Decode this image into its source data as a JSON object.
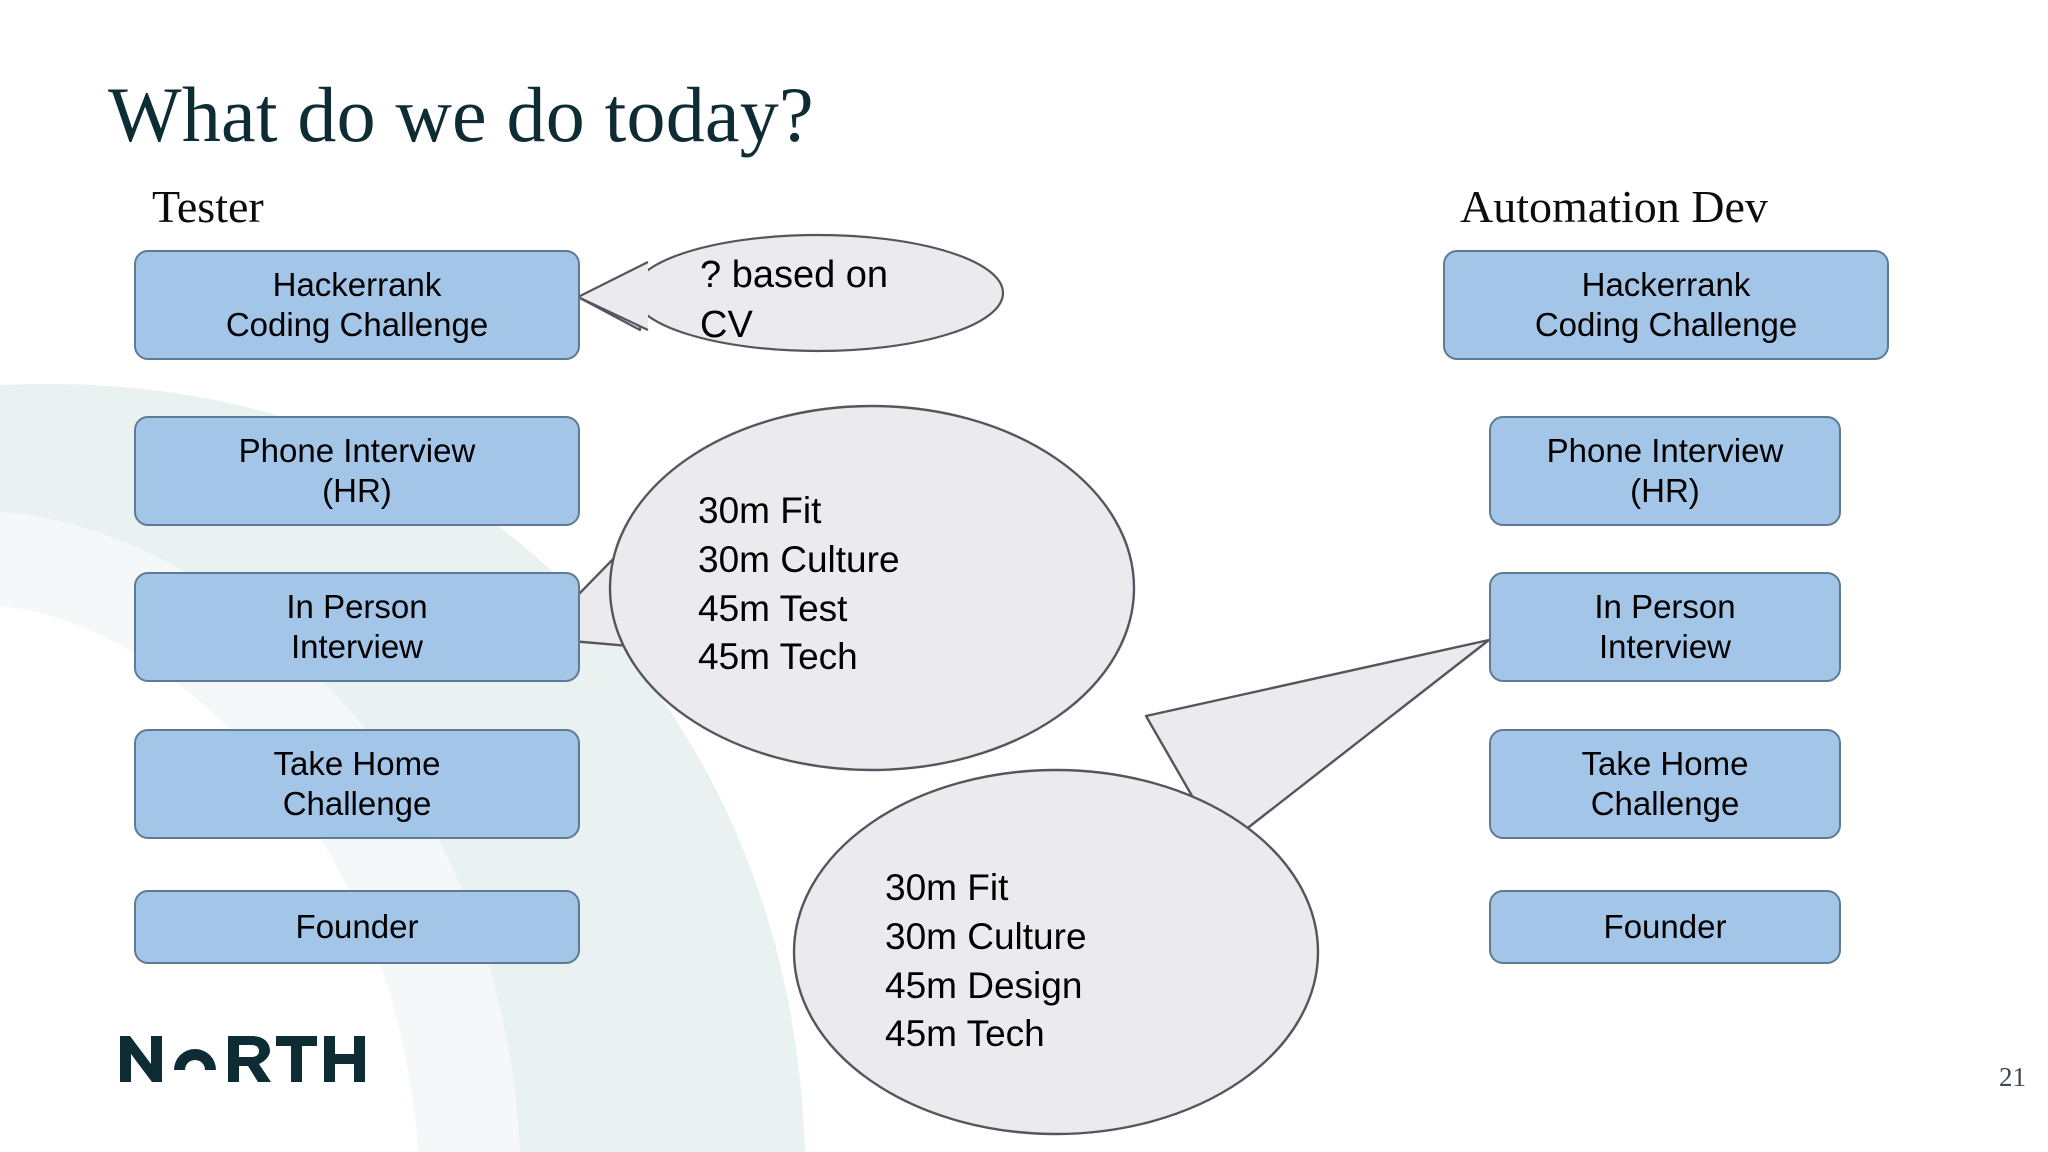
{
  "slide": {
    "title": "What do we do today?",
    "page_number": "21",
    "logo_text": "NORTH"
  },
  "colors": {
    "title": "#0e2c33",
    "box_fill": "#a3c5e8",
    "box_border": "#5f7b94",
    "bubble_fill": "#ebeaec",
    "bubble_border": "#55555f",
    "background_swoosh": "#eaf2f1",
    "logo": "#0e2c33"
  },
  "columns": [
    {
      "id": "tester",
      "header": "Tester",
      "steps": [
        {
          "id": "hackerrank",
          "label": "Hackerrank\nCoding Challenge"
        },
        {
          "id": "phone-interview",
          "label": "Phone Interview\n(HR)"
        },
        {
          "id": "in-person-interview",
          "label": "In Person\nInterview"
        },
        {
          "id": "take-home-challenge",
          "label": "Take Home\nChallenge"
        },
        {
          "id": "founder",
          "label": "Founder"
        }
      ]
    },
    {
      "id": "automation-dev",
      "header": "Automation Dev",
      "steps": [
        {
          "id": "hackerrank",
          "label": "Hackerrank\nCoding Challenge"
        },
        {
          "id": "phone-interview",
          "label": "Phone Interview\n(HR)"
        },
        {
          "id": "in-person-interview",
          "label": "In Person\nInterview"
        },
        {
          "id": "take-home-challenge",
          "label": "Take Home\nChallenge"
        },
        {
          "id": "founder",
          "label": "Founder"
        }
      ]
    }
  ],
  "callouts": [
    {
      "id": "cv-screening",
      "text": "? based on\nCV",
      "points_to": "tester-hackerrank"
    },
    {
      "id": "tester-interview-breakdown",
      "text": "30m Fit\n30m Culture\n45m Test\n45m Tech",
      "points_to": "tester-in-person-interview"
    },
    {
      "id": "automation-dev-interview-breakdown",
      "text": "30m Fit\n30m Culture\n45m Design\n45m Tech",
      "points_to": "automation-dev-in-person-interview"
    }
  ]
}
